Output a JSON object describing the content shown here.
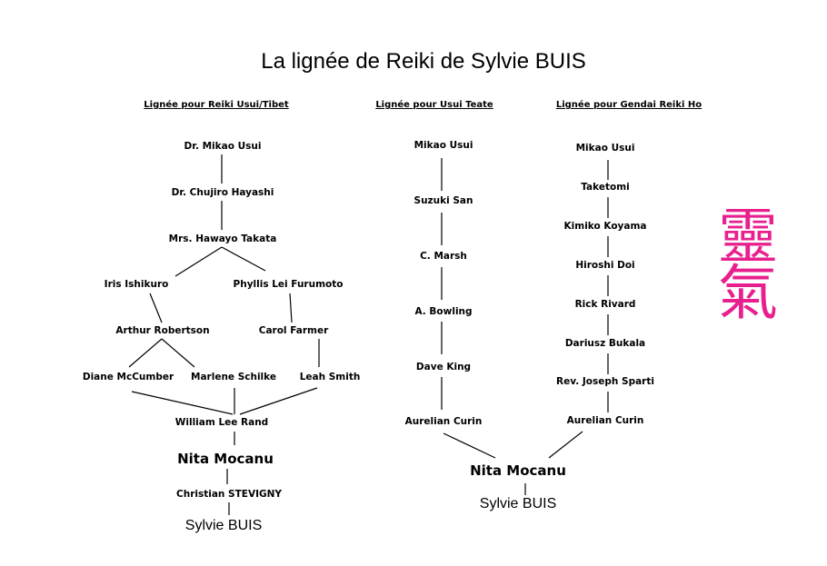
{
  "title": "La lignée de Reiki de Sylvie BUIS",
  "columns": [
    {
      "heading": "Lignée pour Reiki Usui/Tibet"
    },
    {
      "heading": "Lignée pour Usui Teate"
    },
    {
      "heading": "Lignée pour Gendai Reiki Ho"
    }
  ],
  "col1": {
    "usui": "Dr. Mikao Usui",
    "hayashi": "Dr. Chujiro Hayashi",
    "takata": "Mrs. Hawayo Takata",
    "ishikuro": "Iris Ishikuro",
    "furumoto": "Phyllis Lei Furumoto",
    "robertson": "Arthur Robertson",
    "farmer": "Carol Farmer",
    "mccumber": "Diane McCumber",
    "schilke": "Marlene Schilke",
    "smith": "Leah Smith",
    "rand": "William Lee Rand",
    "mocanu": "Nita Mocanu",
    "stevigny": "Christian STEVIGNY",
    "buis": "Sylvie BUIS"
  },
  "col2": [
    "Mikao Usui",
    "Suzuki San",
    "C. Marsh",
    "A. Bowling",
    "Dave King",
    "Aurelian Curin"
  ],
  "col3": [
    "Mikao Usui",
    "Taketomi",
    "Kimiko Koyama",
    "Hiroshi Doi",
    "Rick Rivard",
    "Dariusz Bukala",
    "Rev. Joseph Sparti",
    "Aurelian Curin"
  ],
  "merge": {
    "mocanu": "Nita Mocanu",
    "buis": "Sylvie BUIS"
  },
  "kanji": [
    "靈",
    "氣"
  ],
  "accent_color": "#e8208e"
}
